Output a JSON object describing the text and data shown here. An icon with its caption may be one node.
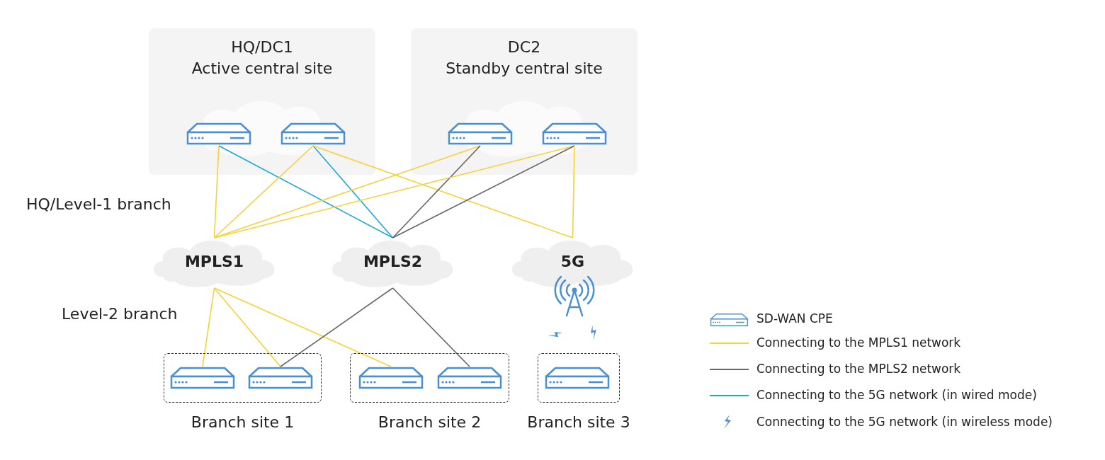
{
  "diagram": {
    "nodes": [
      {
        "text": [
          "HQ/DC1",
          "Active central site"
        ]
      },
      {
        "text": [
          "DC2",
          "Standby central site"
        ]
      },
      {
        "text": [],
        "shape": "picture",
        "in": 0
      },
      {
        "text": [],
        "shape": "picture",
        "in": 0
      },
      {
        "text": [],
        "shape": "picture",
        "in": 1
      },
      {
        "text": [],
        "shape": "picture",
        "in": 1
      },
      {
        "text": [
          "MPLS1"
        ]
      },
      {
        "text": [
          "MPLS2"
        ]
      },
      {
        "text": [
          "5G"
        ]
      },
      {
        "text": [
          "Branch site 1"
        ]
      },
      {
        "text": [],
        "shape": "picture",
        "in": 9
      },
      {
        "text": [],
        "shape": "picture",
        "in": 9
      },
      {
        "text": [
          "Branch site 2"
        ]
      },
      {
        "text": [],
        "shape": "picture",
        "in": 12
      },
      {
        "text": [],
        "shape": "picture",
        "in": 12
      },
      {
        "text": [
          "Branch site 3"
        ]
      },
      {
        "text": [],
        "shape": "picture",
        "in": 15
      }
    ],
    "edges": [
      {
        "from": 2,
        "to": 6,
        "arrow": "none"
      },
      {
        "from": 2,
        "to": 7,
        "arrow": "none",
        "color": "#1aa9dc"
      },
      {
        "from": 3,
        "to": 6,
        "arrow": "none"
      },
      {
        "from": 3,
        "to": 7,
        "arrow": "none",
        "color": "#1aa9dc"
      },
      {
        "from": 3,
        "to": 8,
        "arrow": "none"
      },
      {
        "from": 4,
        "to": 6,
        "arrow": "none"
      },
      {
        "from": 4,
        "to": 7,
        "arrow": "none",
        "color": "#666666"
      },
      {
        "from": 5,
        "to": 6,
        "arrow": "none"
      },
      {
        "from": 5,
        "to": 7,
        "arrow": "none",
        "color": "#666666"
      },
      {
        "from": 5,
        "to": 8,
        "arrow": "none"
      },
      {
        "from": 6,
        "to": 10,
        "arrow": "none"
      },
      {
        "from": 6,
        "to": 11,
        "arrow": "none"
      },
      {
        "from": 6,
        "to": 13,
        "arrow": "none"
      },
      {
        "from": 7,
        "to": 11,
        "arrow": "none",
        "color": "#666666"
      },
      {
        "from": 7,
        "to": 14,
        "arrow": "none",
        "color": "#666666"
      }
    ],
    "labels": [
      "HQ/Level-1 branch",
      "Level-2 branch"
    ],
    "legend": [
      {
        "text": "SD-WAN CPE"
      },
      {
        "text": "Connecting to the MPLS1 network"
      },
      {
        "text": "Connecting to the MPLS2 network"
      },
      {
        "text": "Connecting to the 5G network (in wired mode)"
      },
      {
        "text": "Connecting to the 5G network (in wireless mode)"
      }
    ]
  }
}
